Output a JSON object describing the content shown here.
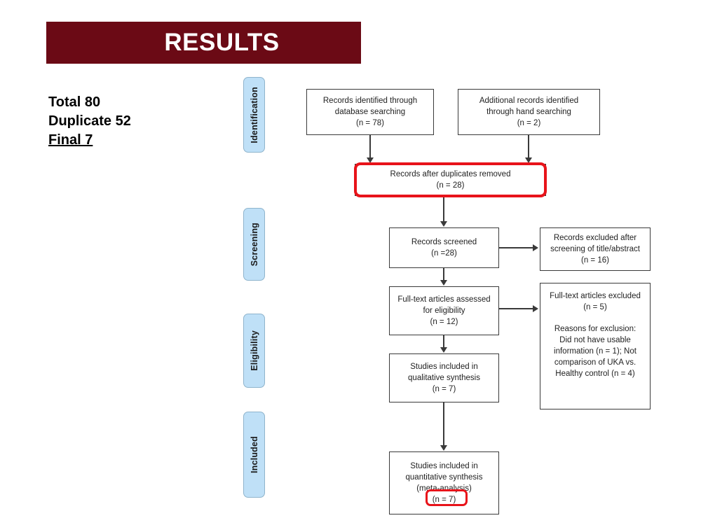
{
  "slide": {
    "title": "RESULTS",
    "title_bar_color": "#6b0a15",
    "highlight_color": "#e8131a"
  },
  "summary": {
    "lines": [
      "Total 80",
      "Duplicate 52",
      "Final 7"
    ],
    "total": "Total 80",
    "duplicate": "Duplicate 52",
    "final": "Final 7"
  },
  "phases": [
    {
      "label": "Identification"
    },
    {
      "label": "Screening"
    },
    {
      "label": "Eligibility"
    },
    {
      "label": "Included"
    }
  ],
  "flow": {
    "db_search": {
      "line1": "Records identified through",
      "line2": "database searching",
      "line3": "(n = 78)",
      "n": 78
    },
    "hand_search": {
      "line1": "Additional records identified",
      "line2": "through hand searching",
      "line3": "(n = 2)",
      "n": 2
    },
    "duplicates_removed": {
      "line1": "Records after duplicates removed",
      "line2": "(n = 28)",
      "n": 28
    },
    "records_screened": {
      "line1": "Records screened",
      "line2": "(n =28)",
      "n": 28
    },
    "excluded_screening": {
      "line1": "Records excluded after",
      "line2": "screening of title/abstract",
      "line3": "(n = 16)",
      "n": 16
    },
    "fulltext_assessed": {
      "line1": "Full-text articles assessed",
      "line2": "for eligibility",
      "line3": "(n = 12)",
      "n": 12
    },
    "excluded_fulltext": {
      "line1": "Full-text articles excluded",
      "line2": "(n = 5)",
      "line3": "Reasons for exclusion:",
      "line4": "Did not have usable",
      "line5": "information (n = 1); Not",
      "line6": "comparison of UKA vs.",
      "line7": "Healthy control (n = 4)",
      "n": 5
    },
    "qualitative": {
      "line1": "Studies included in",
      "line2": "qualitative synthesis",
      "line3": "(n = 7)",
      "n": 7
    },
    "quantitative": {
      "line1": "Studies included in",
      "line2": "quantitative synthesis",
      "line3": "(meta-analysis)",
      "line4": "(n = 7)",
      "n": 7
    }
  }
}
